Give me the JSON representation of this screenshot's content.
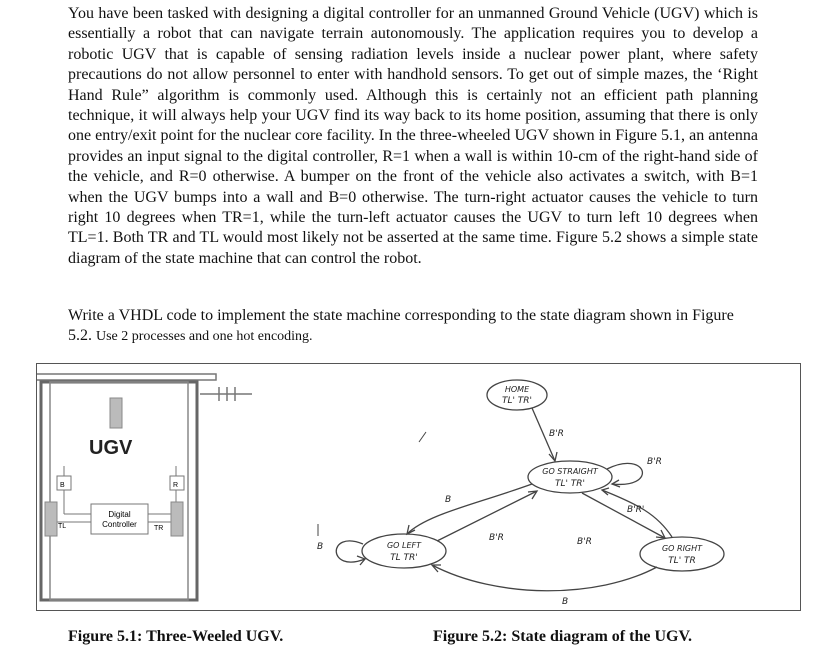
{
  "paragraph": "You have been tasked with designing a digital controller for an unmanned Ground Vehicle (UGV) which is essentially a robot that can navigate terrain autonomously. The application requires you to develop a robotic UGV that is capable of sensing radiation levels inside a nuclear power plant, where safety precautions do not allow personnel to enter with handhold sensors. To get out of simple mazes, the ‘Right Hand Rule” algorithm is commonly used. Although this is certainly not an efficient path planning technique, it will always help your UGV find its way back to its home position, assuming that there is only one entry/exit point for the nuclear core facility. In the three-wheeled UGV shown in Figure 5.1, an antenna provides an input signal to the digital controller, R=1 when a wall is within 10-cm of the right-hand side of the vehicle, and R=0 otherwise. A bumper on the front of the vehicle also activates a switch, with B=1 when the UGV bumps into a wall and B=0 otherwise. The turn-right actuator causes the vehicle to turn right 10 degrees when TR=1, while the turn-left actuator causes the UGV to turn left 10 degrees when TL=1. Both TR and TL would most likely not be asserted at the same time. Figure 5.2 shows a simple state diagram of the state machine that can control the robot.",
  "question": {
    "main": "Write a VHDL code to implement the state machine corresponding to the state diagram shown in Figure 5.2.",
    "note": "Use 2 processes and one hot encoding."
  },
  "figure1": {
    "title": "UGV",
    "controller_line1": "Digital",
    "controller_line2": "Controller",
    "label_b": "B",
    "label_r": "R",
    "label_tl": "TL",
    "label_tr": "TR"
  },
  "figure2": {
    "home_line1": "HOME",
    "home_line2": "TL' TR'",
    "straight_line1": "GO STRAIGHT",
    "straight_line2": "TL'  TR'",
    "left_line1": "GO LEFT",
    "left_line2": "TL  TR'",
    "right_line1": "GO RIGHT",
    "right_line2": "TL'  TR",
    "edge_home_straight": "B'R",
    "edge_straight_self": "B'R",
    "edge_straight_left": "B",
    "edge_left_self": "B",
    "edge_left_straight": "B'R",
    "edge_straight_right": "B'R'",
    "edge_right_straight": "B'R",
    "edge_right_left": "B"
  },
  "captions": {
    "fig1": "Figure 5.1: Three-Weeled UGV.",
    "fig2": "Figure 5.2: State diagram of the UGV."
  }
}
